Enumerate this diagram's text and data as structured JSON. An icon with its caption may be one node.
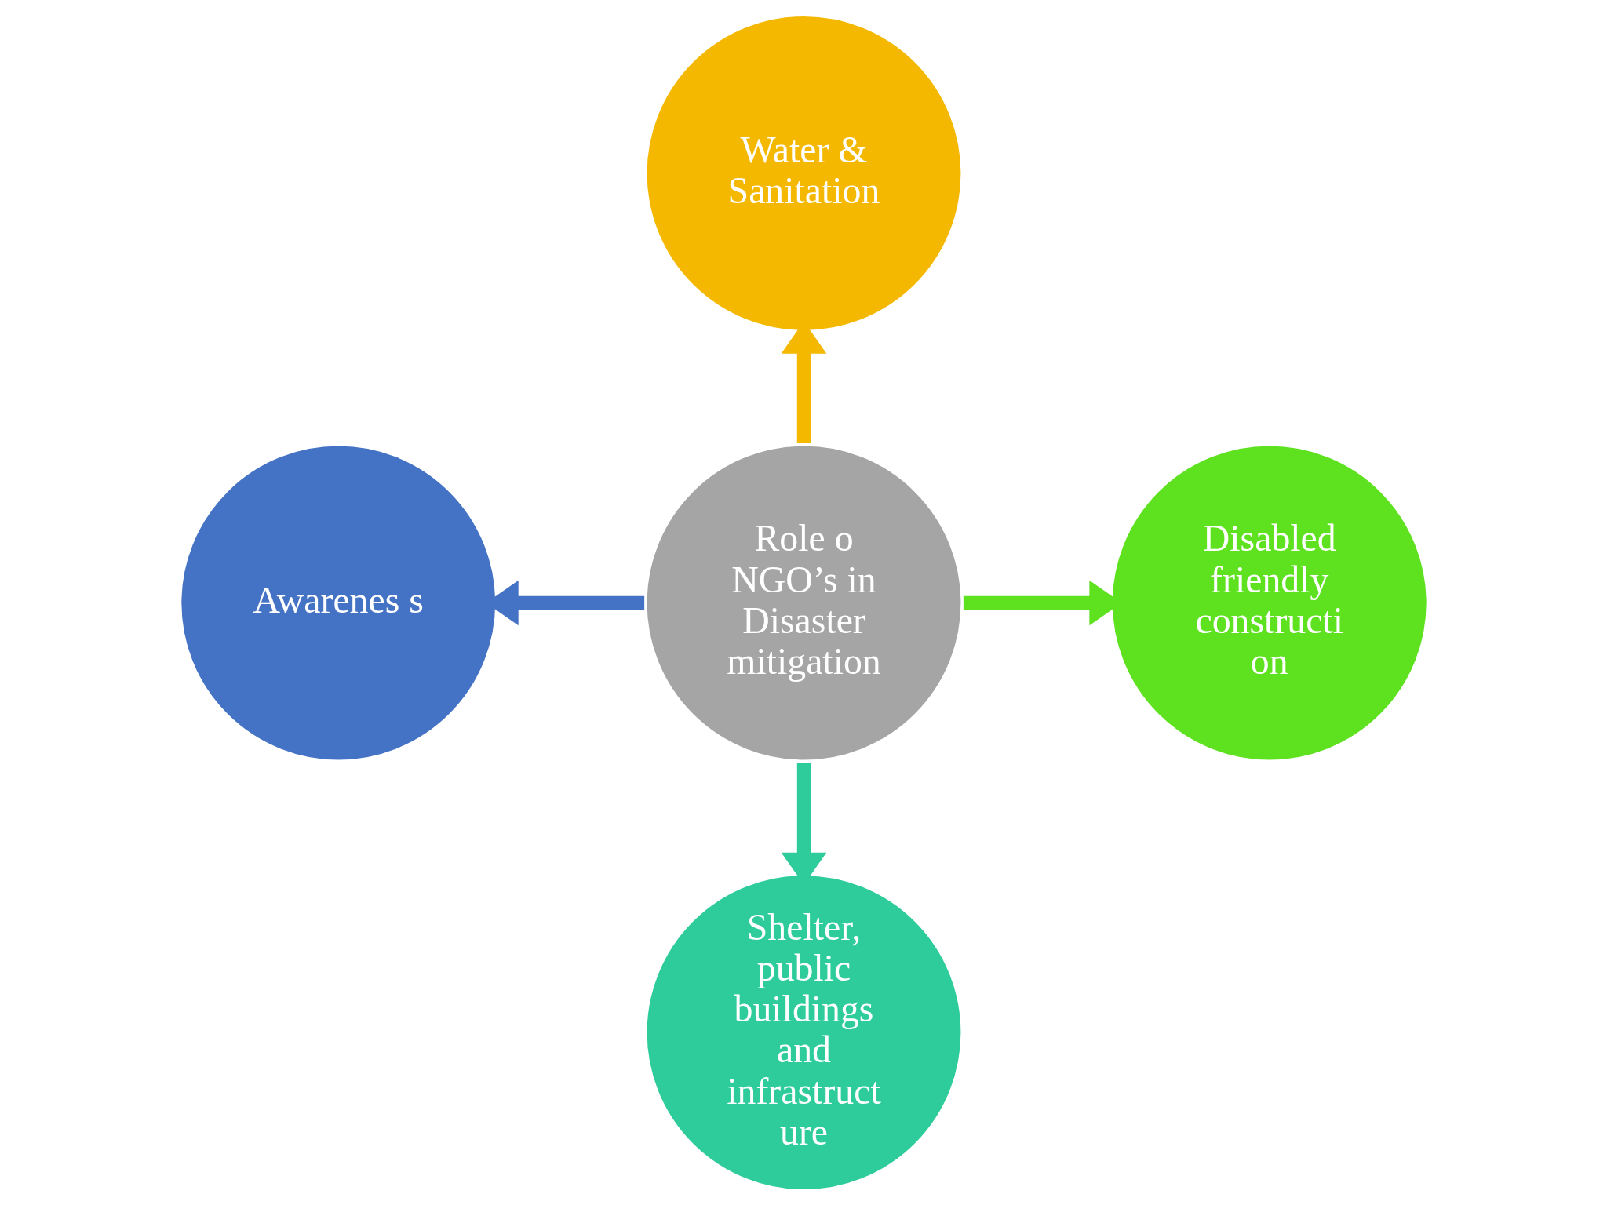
{
  "diagram": {
    "nodes": [
      {
        "text": [
          "Role o NGO’s in Disaster mitigation"
        ]
      },
      {
        "text": [
          "Water & Sanitation"
        ]
      },
      {
        "text": [
          "Disabled friendly constructi on"
        ]
      },
      {
        "text": [
          "Shelter, public buildings and infrastruct ure"
        ]
      },
      {
        "text": [
          "Awarenes s"
        ]
      }
    ],
    "edges": [
      {
        "from": 0,
        "to": 1,
        "arrow": "to",
        "color": "#f5b800"
      },
      {
        "from": 0,
        "to": 2,
        "arrow": "to",
        "color": "#5ee11f"
      },
      {
        "from": 0,
        "to": 3,
        "arrow": "to",
        "color": "#2ecc9a"
      },
      {
        "from": 0,
        "to": 4,
        "arrow": "to",
        "color": "#4472c4"
      }
    ]
  }
}
